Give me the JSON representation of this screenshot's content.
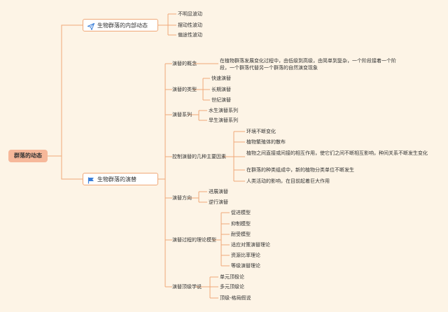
{
  "root": "群落的动态",
  "branch_internal": {
    "label": "生物群落的内部动态",
    "icon": "paper-plane-icon",
    "children": [
      "不明显波动",
      "摆动性波动",
      "偏途性波动"
    ]
  },
  "branch_succession": {
    "label": "生物群落的演替",
    "icon": "flag-icon",
    "concept": {
      "label": "演替的概念",
      "text": "在植物群落发展变化过程中，由低级到高级，由简单到复杂，一个阶段接着一个阶段，一个群落代替另一个群落的自然演变现象"
    },
    "types": {
      "label": "演替的类型",
      "children": [
        "快速演替",
        "长期演替",
        "世纪演替"
      ]
    },
    "series": {
      "label": "演替系列",
      "children": [
        "水生演替系列",
        "旱生演替系列"
      ]
    },
    "factors": {
      "label": "控制演替的几种主要因素",
      "children": [
        "环境不断变化",
        "植物繁殖体的散布",
        "植物之间直接或间接的相互作用，使它们之间不断相互影响，种间关系不断发生变化",
        "在群落的种类组成中，新的植物分类单位不断发生",
        "人类活动的影响，在目前起着巨大作用"
      ]
    },
    "direction": {
      "label": "演替方向",
      "children": [
        "进展演替",
        "逆行演替"
      ]
    },
    "models": {
      "label": "演替过程的理论模型",
      "children": [
        "促进模型",
        "抑制模型",
        "耐受模型",
        "适应对策演替理论",
        "资源比率理论",
        "等级演替理论"
      ]
    },
    "climax": {
      "label": "演替顶级学说",
      "children": [
        "单元顶极论",
        "多元顶级论",
        "顶级-格局假说"
      ]
    }
  },
  "colors": {
    "line": "#f0a878",
    "root_fill": "#f6b89a",
    "icon_blue": "#3b7fd9"
  }
}
